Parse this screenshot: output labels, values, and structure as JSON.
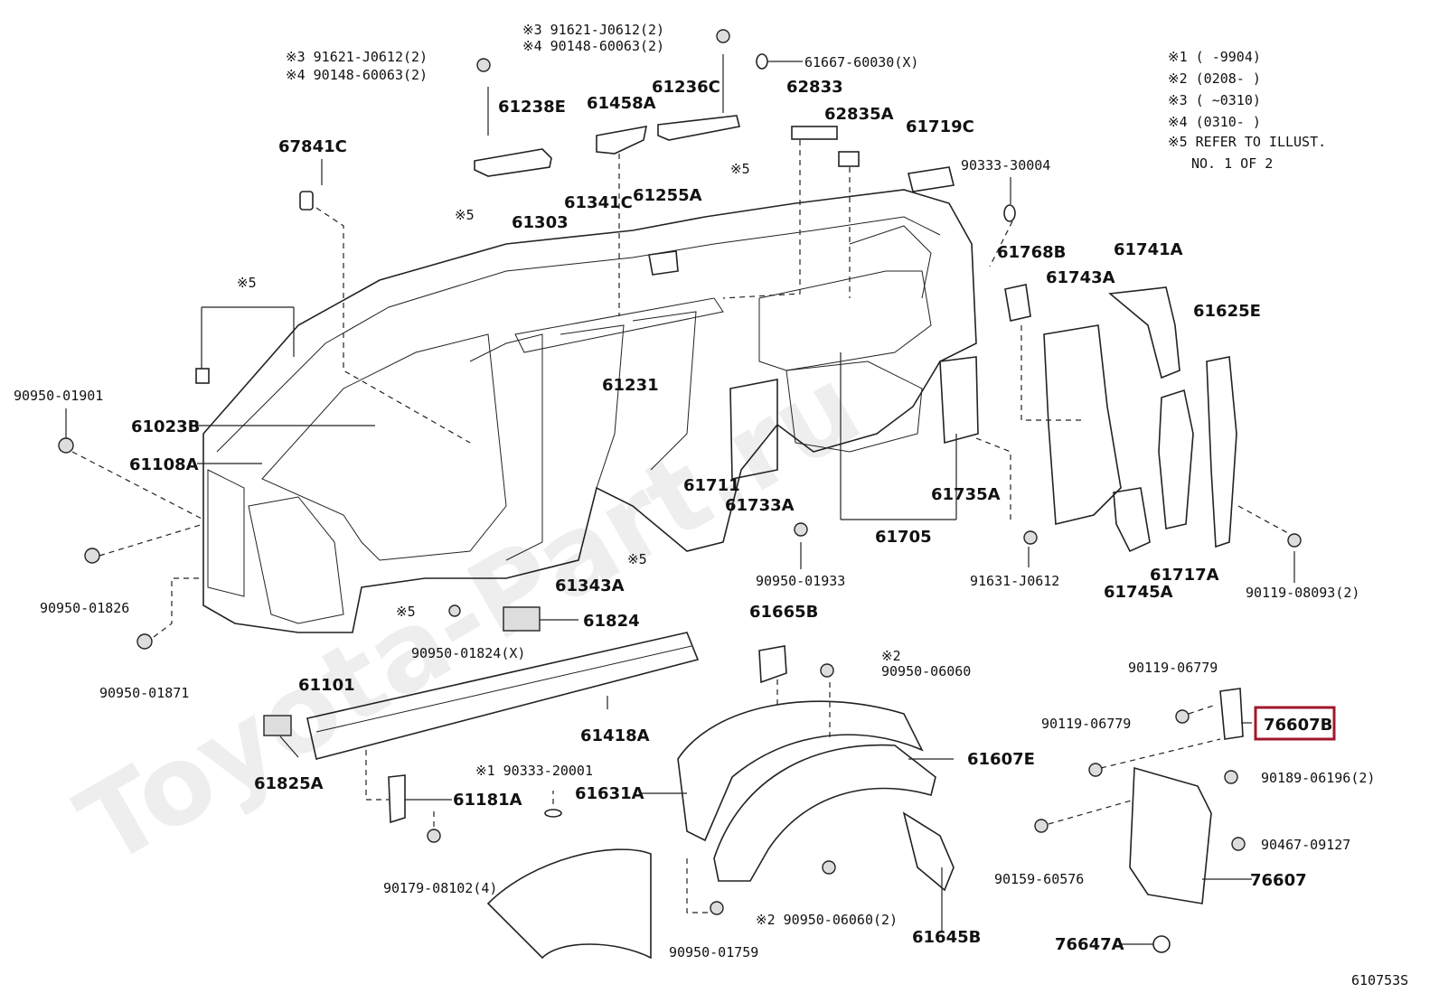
{
  "watermark": "Toyota-Part.ru",
  "diagram_code": "610753S",
  "highlight_color": "#a0182b",
  "highlighted_part": "76607B",
  "notes": [
    {
      "mark": "※1",
      "text": "(      -9904)"
    },
    {
      "mark": "※2",
      "text": "(0208-      )"
    },
    {
      "mark": "※3",
      "text": "(      ~0310)"
    },
    {
      "mark": "※4",
      "text": "(0310-      )"
    },
    {
      "mark": "※5",
      "text": "REFER TO ILLUST."
    },
    {
      "mark": "",
      "text": "NO. 1 OF 2"
    }
  ],
  "labels": {
    "p61238E": "61238E",
    "p61458A": "61458A",
    "p61236C": "61236C",
    "p61667": "61667-60030(X)",
    "p62833": "62833",
    "p62835A": "62835A",
    "p61719C": "61719C",
    "p90333_30004": "90333-30004",
    "p67841C": "67841C",
    "p61303": "61303",
    "p61341C": "61341C",
    "p61255A": "61255A",
    "p61768B": "61768B",
    "p61741A": "61741A",
    "p61743A": "61743A",
    "p61625E": "61625E",
    "p90950_01901": "90950-01901",
    "p61023B": "61023B",
    "p61108A": "61108A",
    "p61231": "61231",
    "p61711": "61711",
    "p61733A": "61733A",
    "p61735A": "61735A",
    "p61705": "61705",
    "p90950_01826": "90950-01826",
    "p61343A": "61343A",
    "p90950_01933": "90950-01933",
    "p91631_J0612": "91631-J0612",
    "p61717A": "61717A",
    "p61745A": "61745A",
    "p90119_08093": "90119-08093(2)",
    "p61824": "61824",
    "p61665B": "61665B",
    "p90950_01824": "90950-01824(X)",
    "p90950_01871": "90950-01871",
    "p61101": "61101",
    "p90950_06060": "90950-06060",
    "p90119_06779a": "90119-06779",
    "p61418A": "61418A",
    "p90119_06779b": "90119-06779",
    "p76607B": "76607B",
    "p61607E": "61607E",
    "p61825A": "61825A",
    "p90333_20001": "※1 90333-20001",
    "p61181A": "61181A",
    "p61631A": "61631A",
    "p90189_06196": "90189-06196(2)",
    "p90467_09127": "90467-09127",
    "p90159_60576": "90159-60576",
    "p76607": "76607",
    "p90179_08102": "90179-08102(4)",
    "p90950_06060b": "※2 90950-06060(2)",
    "p61645B": "61645B",
    "p90950_01759": "90950-01759",
    "p76647A": "76647A",
    "ref5": "※5",
    "bolt_left_l1": "※3 91621-J0612(2)",
    "bolt_left_l2": "※4 90148-60063(2)",
    "bolt_mid_l1": "※3 91621-J0612(2)",
    "bolt_mid_l2": "※4 90148-60063(2)",
    "mark2": "※2"
  }
}
